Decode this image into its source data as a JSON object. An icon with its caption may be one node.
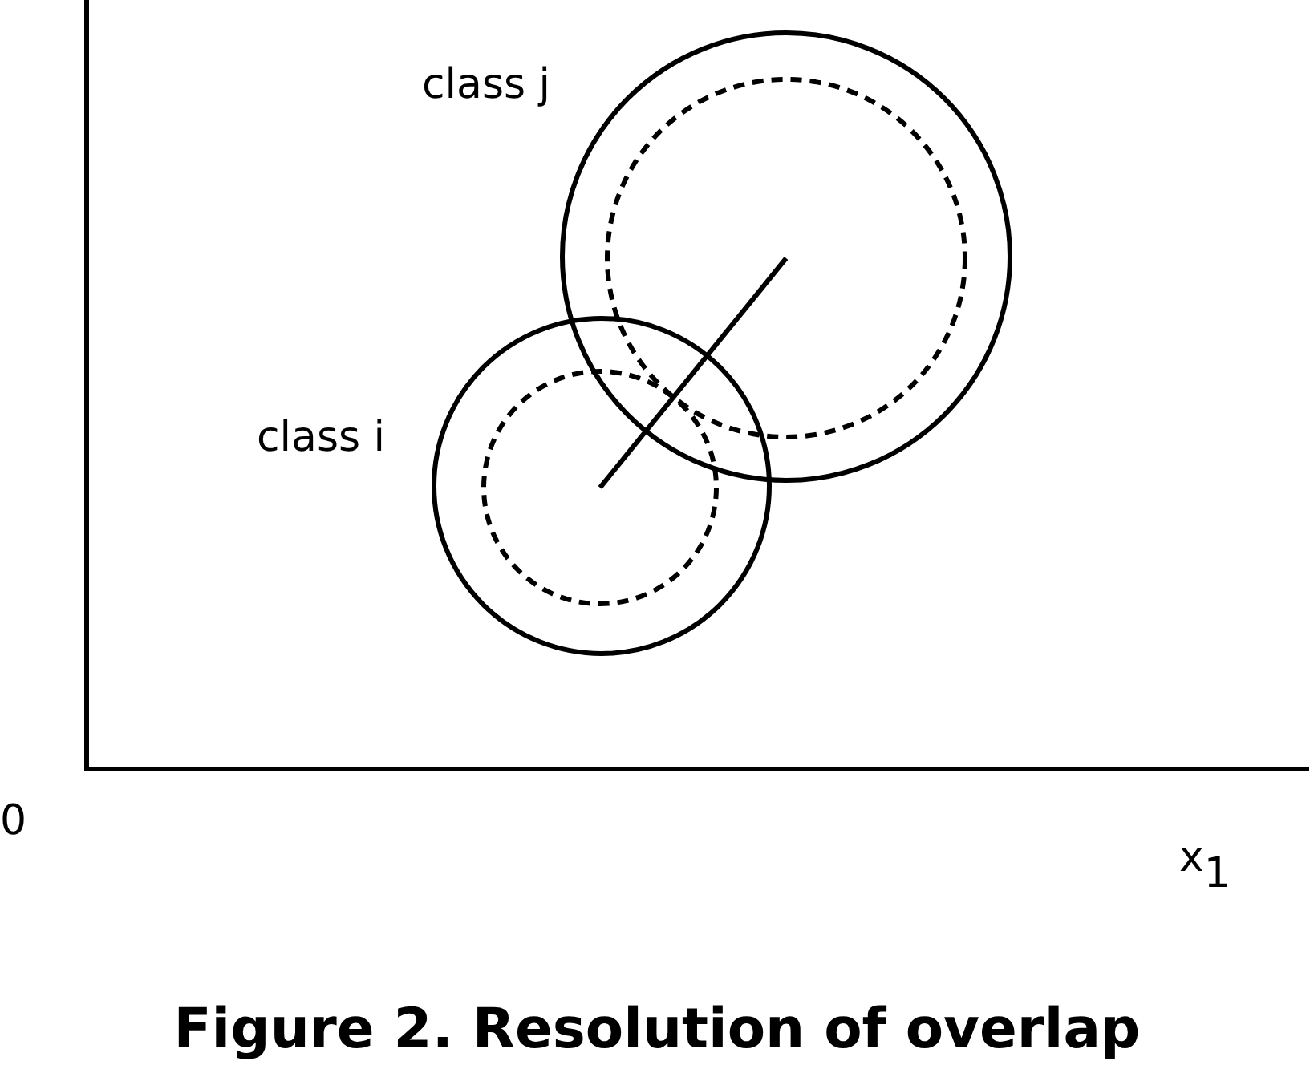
{
  "diagram": {
    "caption": "Figure 2. Resolution of overlap",
    "nodes": [
      {
        "text": [
          "class j"
        ]
      },
      {
        "text": [],
        "shape": "circle",
        "in": 0
      },
      {
        "text": [
          "class i"
        ]
      },
      {
        "text": [],
        "shape": "circle",
        "in": 2
      }
    ],
    "edges": [
      {
        "from": 3,
        "to": 1,
        "arrow": "none"
      }
    ],
    "labels": [
      "0",
      "x$_{1}$"
    ]
  }
}
